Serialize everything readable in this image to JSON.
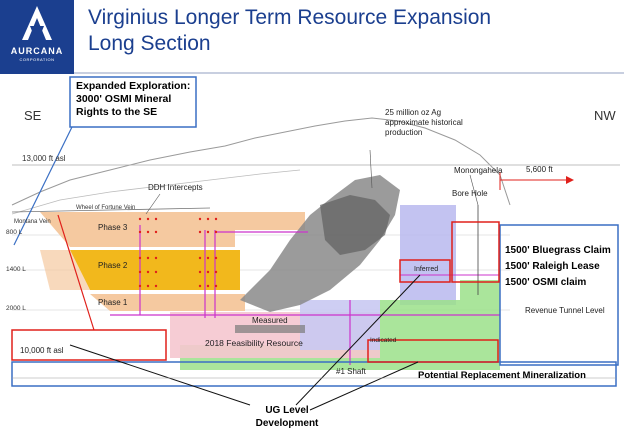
{
  "header": {
    "title": "Virginius Longer Term Resource Expansion",
    "subtitle": "Long Section",
    "logo_name": "AURCANA",
    "logo_sub": "CORPORATION"
  },
  "section": {
    "direction_left": "SE",
    "direction_right": "NW",
    "elevation_top": "13,000 ft asl",
    "elevation_bottom": "10,000 ft asl",
    "level_800": "800 L",
    "level_1400": "1400 L",
    "level_2000": "2000 L",
    "ddh_label": "DDH Intercepts",
    "wheel_vein": "Wheel of Fortune Vein",
    "montana_vein": "Montana Vein",
    "phase3": "Phase 3",
    "phase2": "Phase 2",
    "phase1": "Phase 1",
    "measured": "Measured",
    "feasibility": "2018 Feasibility Resource",
    "indicated": "Indicated",
    "inferred": "Inferred",
    "production_note": "25 million oz Ag approximate historical production",
    "monongahela": "Monongahela",
    "distance": "5,600 ft",
    "bore_hole": "Bore Hole",
    "revenue_tunnel": "Revenue Tunnel Level",
    "shaft": "#1 Shaft"
  },
  "callouts": {
    "expanded_exploration": "Expanded Exploration: 3000' OSMI Mineral Rights to the SE",
    "claims_line1": "1500' Bluegrass Claim",
    "claims_line2": "1500' Raleigh Lease",
    "claims_line3": "1500' OSMI claim",
    "replacement": "Potential Replacement Mineralization",
    "ug_level": "UG Level Development"
  },
  "colors": {
    "brand_blue": "#1b3f8f",
    "callout_blue": "#3a6fc4",
    "callout_red": "#e0201b",
    "phase_orange": "#f5c9a0",
    "phase2_yellow": "#f2b81c",
    "indicated_green": "#9be08a",
    "lilac": "#b8b8ee"
  }
}
